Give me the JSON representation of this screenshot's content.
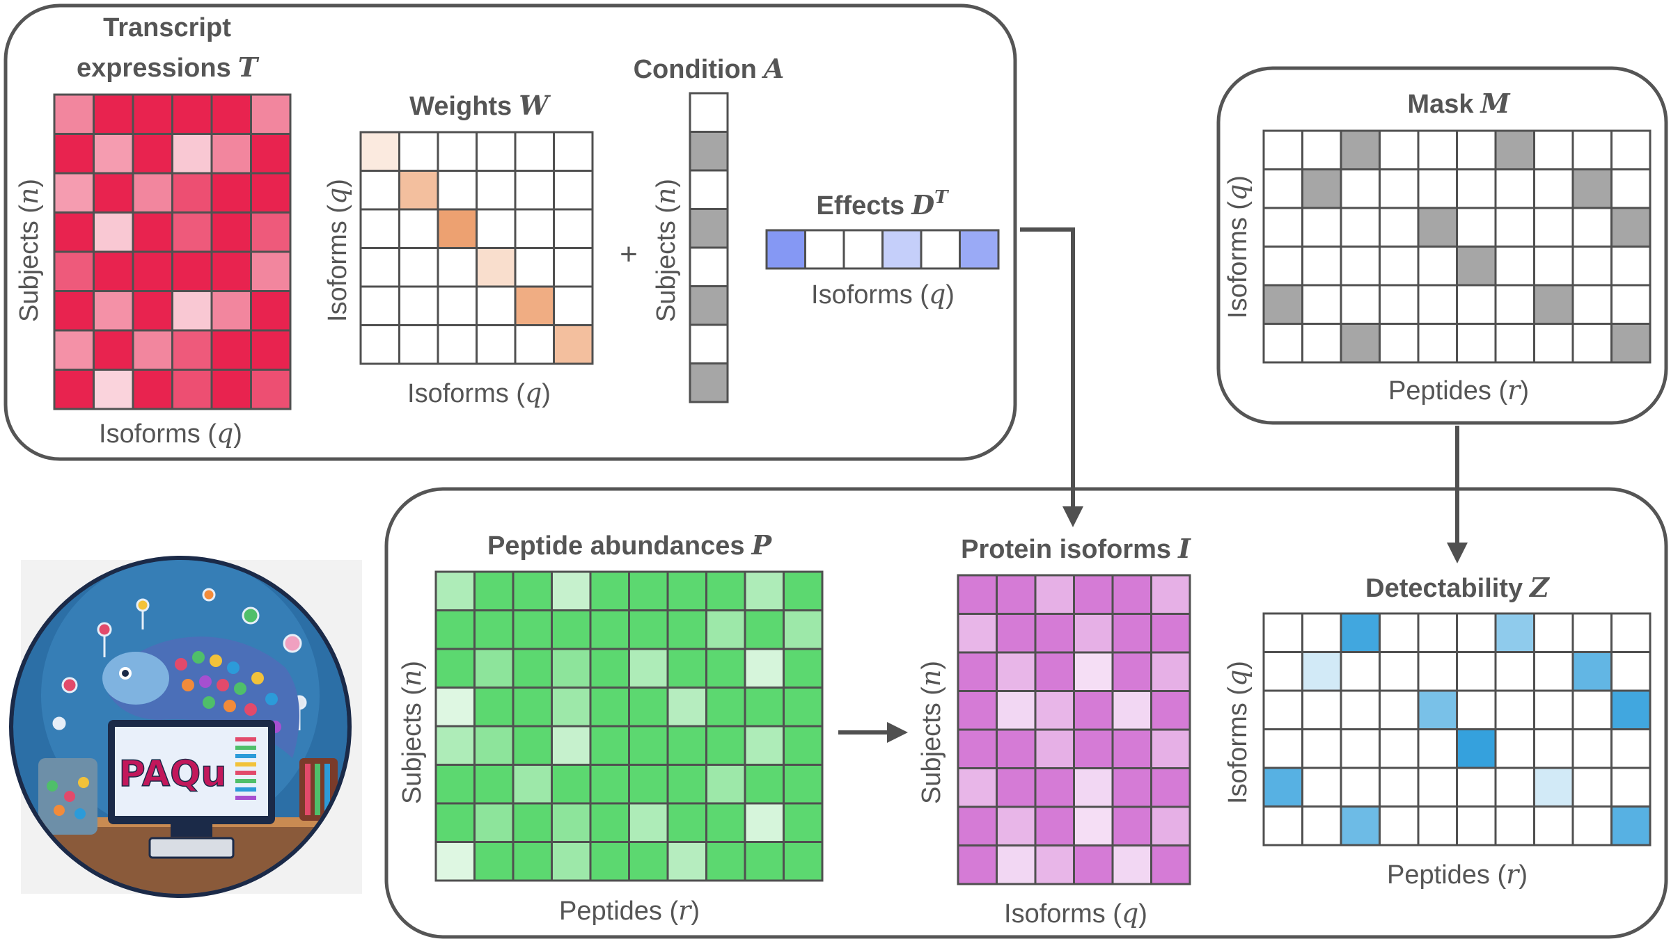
{
  "colors": {
    "box_stroke": "#555555",
    "grid_line": "#505050",
    "arrow": "#505050",
    "text": "#555555",
    "transcript": "#E8234F",
    "weights": "#E98A4E",
    "mask": "#A6A6A6",
    "effects": "#6F86F2",
    "peptide": "#5CD870",
    "protein": "#D57BD6",
    "detectability": "#1F97D9"
  },
  "panels": {
    "transcript": {
      "title_line1": "Transcript",
      "title_line2": "expressions",
      "symbol": "T",
      "row_label": "Subjects",
      "row_var": "n",
      "col_label": "Isoforms",
      "col_var": "q",
      "cells": [
        [
          0.55,
          1,
          1,
          1,
          1,
          0.55
        ],
        [
          1,
          0.45,
          1,
          0.25,
          0.55,
          1
        ],
        [
          0.45,
          1,
          0.55,
          0.8,
          1,
          1
        ],
        [
          1,
          0.25,
          1,
          0.75,
          1,
          0.75
        ],
        [
          0.75,
          1,
          1,
          1,
          1,
          0.55
        ],
        [
          1,
          0.5,
          1,
          0.25,
          0.55,
          1
        ],
        [
          0.5,
          1,
          0.55,
          0.75,
          1,
          1
        ],
        [
          1,
          0.2,
          1,
          0.8,
          1,
          0.8
        ]
      ]
    },
    "weights": {
      "title": "Weights",
      "symbol": "W",
      "row_label": "Isoforms",
      "row_var": "q",
      "col_label": "Isoforms",
      "col_var": "q",
      "cells": [
        [
          0.18,
          0,
          0,
          0,
          0,
          0
        ],
        [
          0,
          0.55,
          0,
          0,
          0,
          0
        ],
        [
          0,
          0,
          0.8,
          0,
          0,
          0
        ],
        [
          0,
          0,
          0,
          0.28,
          0,
          0
        ],
        [
          0,
          0,
          0,
          0,
          0.7,
          0
        ],
        [
          0,
          0,
          0,
          0,
          0,
          0.55
        ]
      ]
    },
    "plus_sign": "+",
    "condition": {
      "title": "Condition",
      "symbol": "A",
      "row_label": "Subjects",
      "row_var": "n",
      "cells": [
        [
          0
        ],
        [
          1
        ],
        [
          0
        ],
        [
          1
        ],
        [
          0
        ],
        [
          1
        ],
        [
          0
        ],
        [
          1
        ]
      ]
    },
    "effects": {
      "title": "Effects",
      "symbol": "D",
      "superscript": "T",
      "col_label": "Isoforms",
      "col_var": "q",
      "cells": [
        [
          0.85,
          0,
          0,
          0.4,
          0,
          0.7
        ]
      ]
    },
    "mask": {
      "title": "Mask",
      "symbol": "M",
      "row_label": "Isoforms",
      "row_var": "q",
      "col_label": "Peptides",
      "col_var": "r",
      "cells": [
        [
          0,
          0,
          1,
          0,
          0,
          0,
          1,
          0,
          0,
          0
        ],
        [
          0,
          1,
          0,
          0,
          0,
          0,
          0,
          0,
          1,
          0
        ],
        [
          0,
          0,
          0,
          0,
          1,
          0,
          0,
          0,
          0,
          1
        ],
        [
          0,
          0,
          0,
          0,
          0,
          1,
          0,
          0,
          0,
          0
        ],
        [
          1,
          0,
          0,
          0,
          0,
          0,
          0,
          1,
          0,
          0
        ],
        [
          0,
          0,
          1,
          0,
          0,
          0,
          0,
          0,
          0,
          1
        ]
      ]
    },
    "peptide": {
      "title": "Peptide abundances",
      "symbol": "P",
      "row_label": "Subjects",
      "row_var": "n",
      "col_label": "Peptides",
      "col_var": "r",
      "cells": [
        [
          0.5,
          1,
          1,
          0.35,
          1,
          1,
          1,
          1,
          0.5,
          1
        ],
        [
          1,
          1,
          1,
          1,
          1,
          1,
          1,
          0.6,
          1,
          0.6
        ],
        [
          1,
          0.7,
          1,
          0.7,
          1,
          0.5,
          1,
          1,
          0.25,
          1
        ],
        [
          0.2,
          1,
          1,
          0.6,
          1,
          1,
          0.45,
          1,
          1,
          1
        ],
        [
          0.5,
          0.7,
          1,
          0.35,
          1,
          1,
          1,
          1,
          0.5,
          1
        ],
        [
          1,
          1,
          0.6,
          1,
          1,
          1,
          1,
          0.6,
          1,
          1
        ],
        [
          1,
          0.7,
          1,
          0.7,
          1,
          0.5,
          1,
          1,
          0.25,
          1
        ],
        [
          0.2,
          1,
          1,
          0.6,
          1,
          1,
          0.45,
          1,
          1,
          1
        ]
      ]
    },
    "protein": {
      "title": "Protein isoforms",
      "symbol": "I",
      "row_label": "Subjects",
      "row_var": "n",
      "col_label": "Isoforms",
      "col_var": "q",
      "cells": [
        [
          1,
          1,
          0.6,
          1,
          1,
          0.6
        ],
        [
          0.55,
          1,
          1,
          0.6,
          1,
          1
        ],
        [
          1,
          0.55,
          1,
          0.25,
          1,
          0.6
        ],
        [
          1,
          0.3,
          0.55,
          1,
          0.3,
          1
        ],
        [
          1,
          1,
          0.6,
          1,
          1,
          0.6
        ],
        [
          0.55,
          1,
          1,
          0.3,
          1,
          1
        ],
        [
          1,
          0.55,
          1,
          0.25,
          1,
          0.6
        ],
        [
          1,
          0.3,
          0.55,
          1,
          0.3,
          1
        ]
      ]
    },
    "detectability": {
      "title": "Detectability",
      "symbol": "Z",
      "row_label": "Isoforms",
      "row_var": "q",
      "col_label": "Peptides",
      "col_var": "r",
      "cells": [
        [
          0,
          0,
          0.85,
          0,
          0,
          0,
          0.5,
          0,
          0,
          0
        ],
        [
          0,
          0.2,
          0,
          0,
          0,
          0,
          0,
          0,
          0.7,
          0
        ],
        [
          0,
          0,
          0,
          0,
          0.6,
          0,
          0,
          0,
          0,
          0.85
        ],
        [
          0,
          0,
          0,
          0,
          0,
          0.9,
          0,
          0,
          0,
          0
        ],
        [
          0.75,
          0,
          0,
          0,
          0,
          0,
          0,
          0.2,
          0,
          0
        ],
        [
          0,
          0,
          0.65,
          0,
          0,
          0,
          0,
          0,
          0,
          0.75
        ]
      ]
    }
  },
  "logo": {
    "text": "PAQu"
  }
}
